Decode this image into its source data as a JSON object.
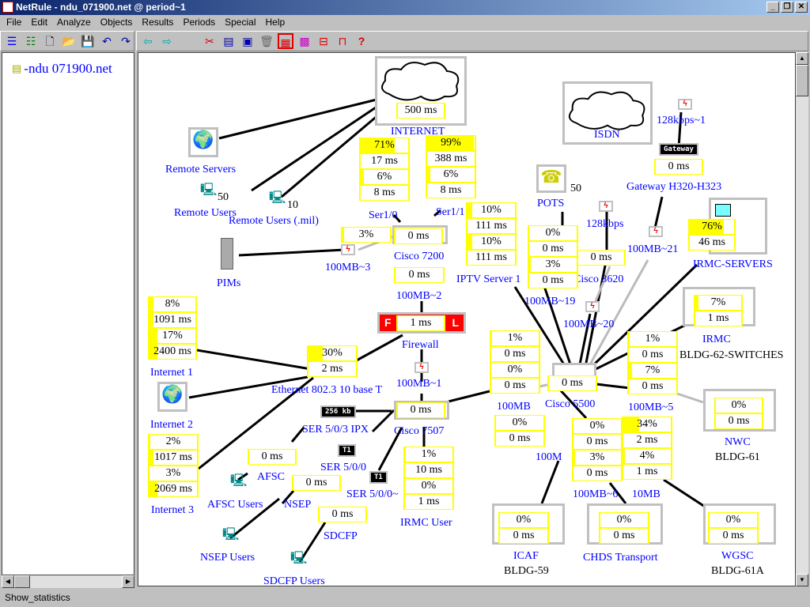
{
  "window": {
    "title": "NetRule - ndu_071900.net @ period~1",
    "min": "_",
    "max": "❐",
    "close": "✕"
  },
  "menu": [
    "File",
    "Edit",
    "Analyze",
    "Objects",
    "Results",
    "Periods",
    "Special",
    "Help"
  ],
  "tree": {
    "root": "-ndu 071900.net"
  },
  "status": "Show_statistics",
  "labels": {
    "internet": "INTERNET",
    "remote_servers": "Remote Servers",
    "remote_users": "Remote Users",
    "remote_users_count": "50",
    "remote_users_mil": "Remote Users (.mil)",
    "remote_users_mil_count": "10",
    "pims": "PIMs",
    "l100mb3": "100MB~3",
    "ser10": "Ser1/0",
    "ser11": "Ser1/1",
    "cisco7200": "Cisco 7200",
    "l100mb2": "100MB~2",
    "iptv": "IPTV Server 1",
    "pots": "POTS",
    "pots_count": "50",
    "isdn": "ISDN",
    "l128": "128kbps",
    "l128_1": "128kbps~1",
    "gateway": "Gateway H320-H323",
    "l100mb21": "100MB~21",
    "irmc_servers": "IRMC-SERVERS",
    "cisco3620": "Cisco 3620",
    "l100mb19": "100MB~19",
    "l100mb20": "100MB~20",
    "internet1": "Internet 1",
    "firewall": "Firewall",
    "ethernet": "Ethernet 802.3 10 base T",
    "l100mb1": "100MB~1",
    "internet2": "Internet 2",
    "ser503": "SER 5/0/3 IPX",
    "cisco7507": "Cisco 7507",
    "ser500": "SER 5/0/0",
    "afsc": "AFSC",
    "nsep": "NSEP",
    "afsc_users": "AFSC Users",
    "ser500b": "SER 5/0/0~",
    "internet3": "Internet 3",
    "irmc_user": "IRMC User",
    "sdcfp": "SDCFP",
    "nsep_users": "NSEP Users",
    "sdcfp_users": "SDCFP Users",
    "l100mb": "100MB",
    "cisco5500": "Cisco 5500",
    "l100mb5": "100MB~5",
    "irmc": "IRMC",
    "bldg62": "BLDG-62-SWITCHES",
    "nwc": "NWC",
    "bldg61": "BLDG-61",
    "l100m": "100M",
    "l100mb6": "100MB~6",
    "l10mb": "10MB",
    "icaf": "ICAF",
    "bldg59": "BLDG-59",
    "chds": "CHDS Transport",
    "wgsc": "WGSC",
    "bldg61a": "BLDG-61A"
  },
  "badges": {
    "b256": "256 kb",
    "t1a": "T1",
    "t1b": "T1",
    "gateway": "Gateway"
  },
  "firewall_box": {
    "left": "F",
    "right": "L"
  },
  "stats": {
    "internet_cloud": [
      {
        "t": "500 ms",
        "f": 0
      }
    ],
    "ser10": [
      {
        "t": "71%",
        "f": 0.71
      },
      {
        "t": "17 ms",
        "f": 0
      },
      {
        "t": "6%",
        "f": 0.06
      },
      {
        "t": "8 ms",
        "f": 0
      }
    ],
    "ser11": [
      {
        "t": "99%",
        "f": 0.99
      },
      {
        "t": "388 ms",
        "f": 0
      },
      {
        "t": "6%",
        "f": 0.06
      },
      {
        "t": "8 ms",
        "f": 0
      }
    ],
    "gateway": [
      {
        "t": "0 ms",
        "f": 0
      }
    ],
    "c7200a": [
      {
        "t": "3%",
        "f": 0.03
      }
    ],
    "c7200b": [
      {
        "t": "0 ms",
        "f": 0
      }
    ],
    "c7200c": [
      {
        "t": "0 ms",
        "f": 0
      }
    ],
    "iptv": [
      {
        "t": "10%",
        "f": 0.1
      },
      {
        "t": "111 ms",
        "f": 0
      },
      {
        "t": "10%",
        "f": 0.1
      },
      {
        "t": "111 ms",
        "f": 0
      }
    ],
    "pots": [
      {
        "t": "0%",
        "f": 0
      },
      {
        "t": "0 ms",
        "f": 0
      },
      {
        "t": "3%",
        "f": 0.03
      },
      {
        "t": "0 ms",
        "f": 0
      }
    ],
    "c3620": [
      {
        "t": "0 ms",
        "f": 0
      }
    ],
    "irmc_servers": [
      {
        "t": "76%",
        "f": 0.76
      },
      {
        "t": "46 ms",
        "f": 0
      }
    ],
    "internet1": [
      {
        "t": "8%",
        "f": 0.08
      },
      {
        "t": "1091 ms",
        "f": 0.08
      },
      {
        "t": "17%",
        "f": 0.17
      },
      {
        "t": "2400 ms",
        "f": 0.17
      }
    ],
    "ethernet": [
      {
        "t": "30%",
        "f": 0.3
      },
      {
        "t": "2 ms",
        "f": 0
      }
    ],
    "firewall": [
      {
        "t": "1 ms",
        "f": 0
      }
    ],
    "c7507": [
      {
        "t": "0 ms",
        "f": 0
      }
    ],
    "afsc": [
      {
        "t": "0 ms",
        "f": 0
      }
    ],
    "nsep": [
      {
        "t": "0 ms",
        "f": 0
      }
    ],
    "sdcfp": [
      {
        "t": "0 ms",
        "f": 0
      }
    ],
    "irmc_user": [
      {
        "t": "1%",
        "f": 0.01
      },
      {
        "t": "10 ms",
        "f": 0
      },
      {
        "t": "0%",
        "f": 0
      },
      {
        "t": "1 ms",
        "f": 0
      }
    ],
    "internet3": [
      {
        "t": "2%",
        "f": 0.02
      },
      {
        "t": "1017 ms",
        "f": 0.08
      },
      {
        "t": "3%",
        "f": 0
      },
      {
        "t": "2069 ms",
        "f": 0.17
      }
    ],
    "l100mb": [
      {
        "t": "1%",
        "f": 0.01
      },
      {
        "t": "0 ms",
        "f": 0
      },
      {
        "t": "0%",
        "f": 0
      },
      {
        "t": "0 ms",
        "f": 0
      }
    ],
    "c5500": [
      {
        "t": "0 ms",
        "f": 0
      }
    ],
    "l100mb5": [
      {
        "t": "1%",
        "f": 0.01
      },
      {
        "t": "0 ms",
        "f": 0
      },
      {
        "t": "7%",
        "f": 0.07
      },
      {
        "t": "0 ms",
        "f": 0
      }
    ],
    "irmc": [
      {
        "t": "7%",
        "f": 0.07
      },
      {
        "t": "1 ms",
        "f": 0
      }
    ],
    "nwc": [
      {
        "t": "0%",
        "f": 0
      },
      {
        "t": "0 ms",
        "f": 0
      }
    ],
    "l100m": [
      {
        "t": "0%",
        "f": 0
      },
      {
        "t": "0 ms",
        "f": 0
      }
    ],
    "l100mb6": [
      {
        "t": "0%",
        "f": 0
      },
      {
        "t": "0 ms",
        "f": 0
      },
      {
        "t": "3%",
        "f": 0.03
      },
      {
        "t": "0 ms",
        "f": 0
      }
    ],
    "l10mb": [
      {
        "t": "34%",
        "f": 0.34
      },
      {
        "t": "2 ms",
        "f": 0
      },
      {
        "t": "4%",
        "f": 0.04
      },
      {
        "t": "1 ms",
        "f": 0
      }
    ],
    "icaf": [
      {
        "t": "0%",
        "f": 0
      },
      {
        "t": "0 ms",
        "f": 0
      }
    ],
    "chds": [
      {
        "t": "0%",
        "f": 0
      },
      {
        "t": "0 ms",
        "f": 0
      }
    ],
    "wgsc": [
      {
        "t": "0%",
        "f": 0
      },
      {
        "t": "0 ms",
        "f": 0
      }
    ]
  },
  "colors": {
    "label": "#0000ff",
    "stat_border": "#ffff00",
    "firewall": "#ff0000"
  }
}
